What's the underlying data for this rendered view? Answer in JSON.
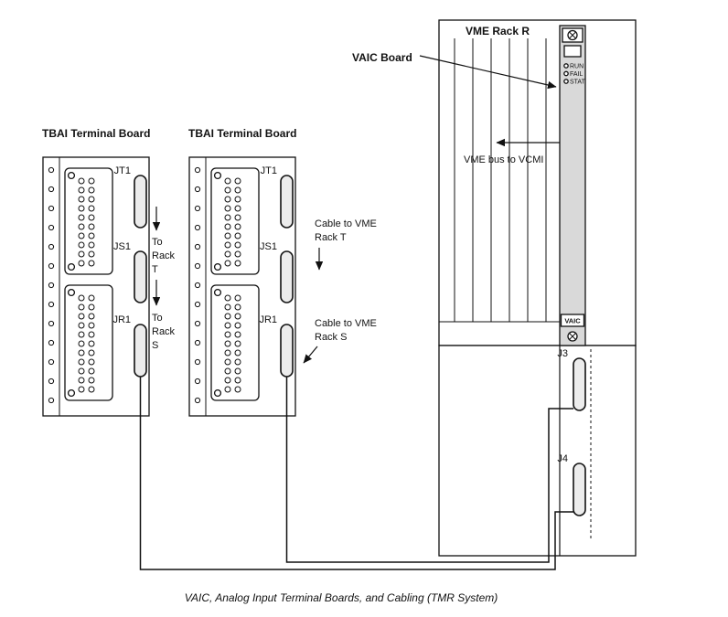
{
  "caption": "VAIC, Analog Input Terminal Boards, and Cabling (TMR System)",
  "board1": {
    "title": "TBAI Terminal Board",
    "jt1": "JT1",
    "js1": "JS1",
    "jr1": "JR1",
    "note_t": [
      "To",
      "Rack",
      "T"
    ],
    "note_s": [
      "To",
      "Rack",
      "S"
    ]
  },
  "board2": {
    "title": "TBAI Terminal Board",
    "jt1": "JT1",
    "js1": "JS1",
    "jr1": "JR1",
    "note_t": [
      "Cable to VME",
      "Rack T"
    ],
    "note_s": [
      "Cable to VME",
      "Rack S"
    ]
  },
  "rack": {
    "title": "VME Rack R",
    "pointer_label": "VAIC Board",
    "bus_label": "VME bus to VCMI",
    "leds": [
      "RUN",
      "FAIL",
      "STAT"
    ],
    "vaic_tag": "VAIC",
    "j3": "J3",
    "j4": "J4"
  }
}
